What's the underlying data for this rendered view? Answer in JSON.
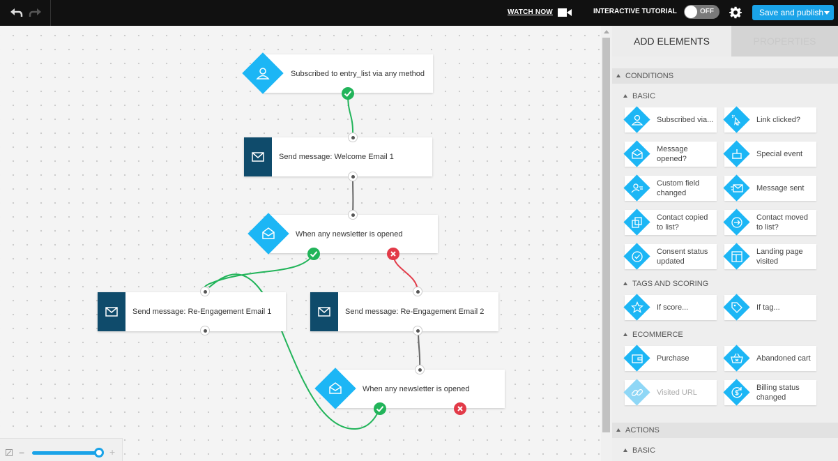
{
  "topbar": {
    "watch_now": "WATCH NOW",
    "tutorial": "INTERACTIVE TUTORIAL",
    "toggle_state": "OFF",
    "publish": "Save and publish"
  },
  "workflow": {
    "nodes": [
      {
        "label": "Subscribed to entry_list via any method",
        "type": "condition",
        "icon": "user-icon"
      },
      {
        "label": "Send message: Welcome Email 1",
        "type": "action",
        "icon": "envelope-icon"
      },
      {
        "label": "When any newsletter is opened",
        "type": "condition",
        "icon": "open-envelope-icon"
      },
      {
        "label": "Send message: Re-Engagement Email 1",
        "type": "action",
        "icon": "envelope-icon"
      },
      {
        "label": "Send message: Re-Engagement Email 2",
        "type": "action",
        "icon": "envelope-icon"
      },
      {
        "label": "When any newsletter is opened",
        "type": "condition",
        "icon": "open-envelope-icon"
      }
    ]
  },
  "zoom": {
    "minus": "−",
    "plus": "+",
    "level": 0.95
  },
  "panel": {
    "tabs": [
      "ADD ELEMENTS",
      "PROPERTIES"
    ],
    "conditions": "CONDITIONS",
    "basic": "BASIC",
    "tags_scoring": "TAGS AND SCORING",
    "ecommerce": "ECOMMERCE",
    "actions": "ACTIONS",
    "actions_basic": "BASIC",
    "basic_items": [
      "Subscribed via...",
      "Link clicked?",
      "Message opened?",
      "Special event",
      "Custom field changed",
      "Message sent",
      "Contact copied to list?",
      "Contact moved to list?",
      "Consent status updated",
      "Landing page visited"
    ],
    "tags_items": [
      "If score...",
      "If tag..."
    ],
    "ecommerce_items": [
      "Purchase",
      "Abandoned cart",
      "Visited URL",
      "Billing status changed"
    ]
  },
  "colors": {
    "accent": "#1cb6f5",
    "publish": "#1aa3e8",
    "action_icon": "#0f4b6b",
    "yes": "#22b45a",
    "no": "#e23a48"
  }
}
